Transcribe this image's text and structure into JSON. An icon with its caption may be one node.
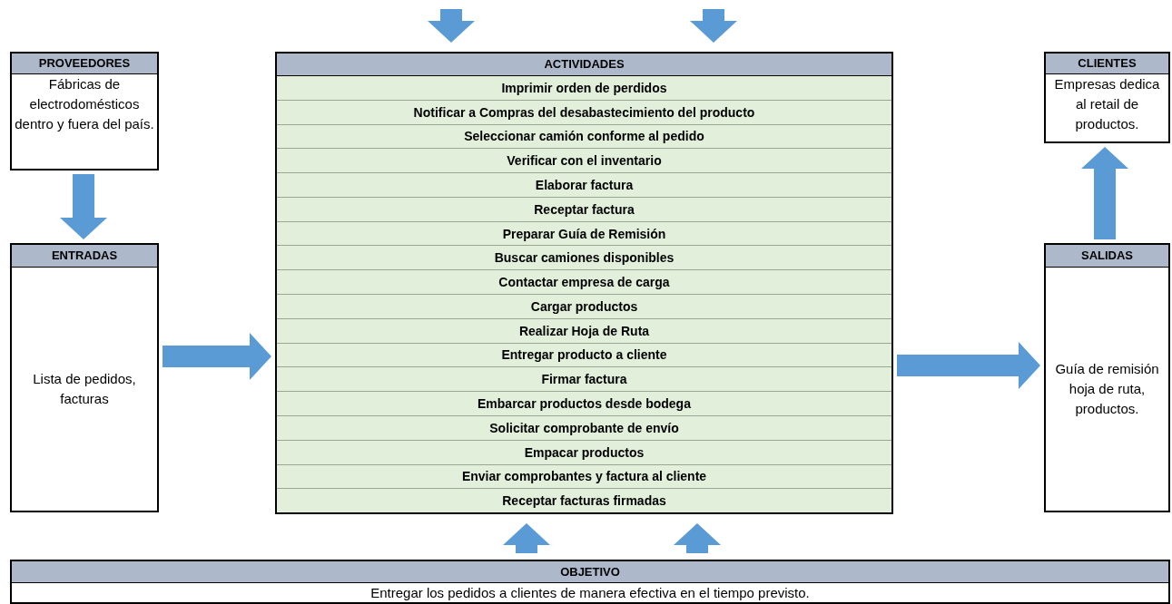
{
  "diagram": {
    "nodes": [
      {
        "text": [
          "PROVEEDORES",
          "Fábricas de electrodomésticos dentro y fuera del país."
        ]
      },
      {
        "text": [
          "ENTRADAS",
          "Lista de pedidos, facturas"
        ]
      },
      {
        "text": [
          "ACTIVIDADES"
        ]
      },
      {
        "text": [
          "Imprimir orden de perdidos"
        ],
        "in": 2
      },
      {
        "text": [
          "Notificar a Compras del desabastecimiento del producto"
        ],
        "in": 2
      },
      {
        "text": [
          "Seleccionar camión conforme al pedido"
        ],
        "in": 2
      },
      {
        "text": [
          "Verificar con el inventario"
        ],
        "in": 2
      },
      {
        "text": [
          "Elaborar factura"
        ],
        "in": 2
      },
      {
        "text": [
          "Receptar factura"
        ],
        "in": 2
      },
      {
        "text": [
          "Preparar Guía de Remisión"
        ],
        "in": 2
      },
      {
        "text": [
          "Buscar camiones disponibles"
        ],
        "in": 2
      },
      {
        "text": [
          "Contactar empresa de carga"
        ],
        "in": 2
      },
      {
        "text": [
          "Cargar productos"
        ],
        "in": 2
      },
      {
        "text": [
          "Realizar Hoja de Ruta"
        ],
        "in": 2
      },
      {
        "text": [
          "Entregar producto a cliente"
        ],
        "in": 2
      },
      {
        "text": [
          "Firmar factura"
        ],
        "in": 2
      },
      {
        "text": [
          "Embarcar productos desde bodega"
        ],
        "in": 2
      },
      {
        "text": [
          "Solicitar comprobante de envío"
        ],
        "in": 2
      },
      {
        "text": [
          "Empacar productos"
        ],
        "in": 2
      },
      {
        "text": [
          "Enviar comprobantes y factura al cliente"
        ],
        "in": 2
      },
      {
        "text": [
          "Receptar facturas firmadas"
        ],
        "in": 2
      },
      {
        "text": [
          "CLIENTES",
          "Empresas dedica al retail de productos."
        ]
      },
      {
        "text": [
          "SALIDAS",
          "Guía de remisión hoja de ruta, productos."
        ]
      },
      {
        "text": [
          "OBJETIVO",
          "Entregar los pedidos a clientes de manera efectiva en el tiempo previsto."
        ]
      }
    ],
    "edges": [
      {
        "from": null,
        "to": 2,
        "arrow": "to"
      },
      {
        "from": null,
        "to": 2,
        "arrow": "to"
      },
      {
        "from": 0,
        "to": 1,
        "arrow": "to"
      },
      {
        "from": 1,
        "to": 2,
        "arrow": "to"
      },
      {
        "from": 2,
        "to": 22,
        "arrow": "to"
      },
      {
        "from": 22,
        "to": 21,
        "arrow": "to"
      },
      {
        "from": 23,
        "to": 2,
        "arrow": "to"
      },
      {
        "from": 23,
        "to": 2,
        "arrow": "to"
      }
    ]
  }
}
